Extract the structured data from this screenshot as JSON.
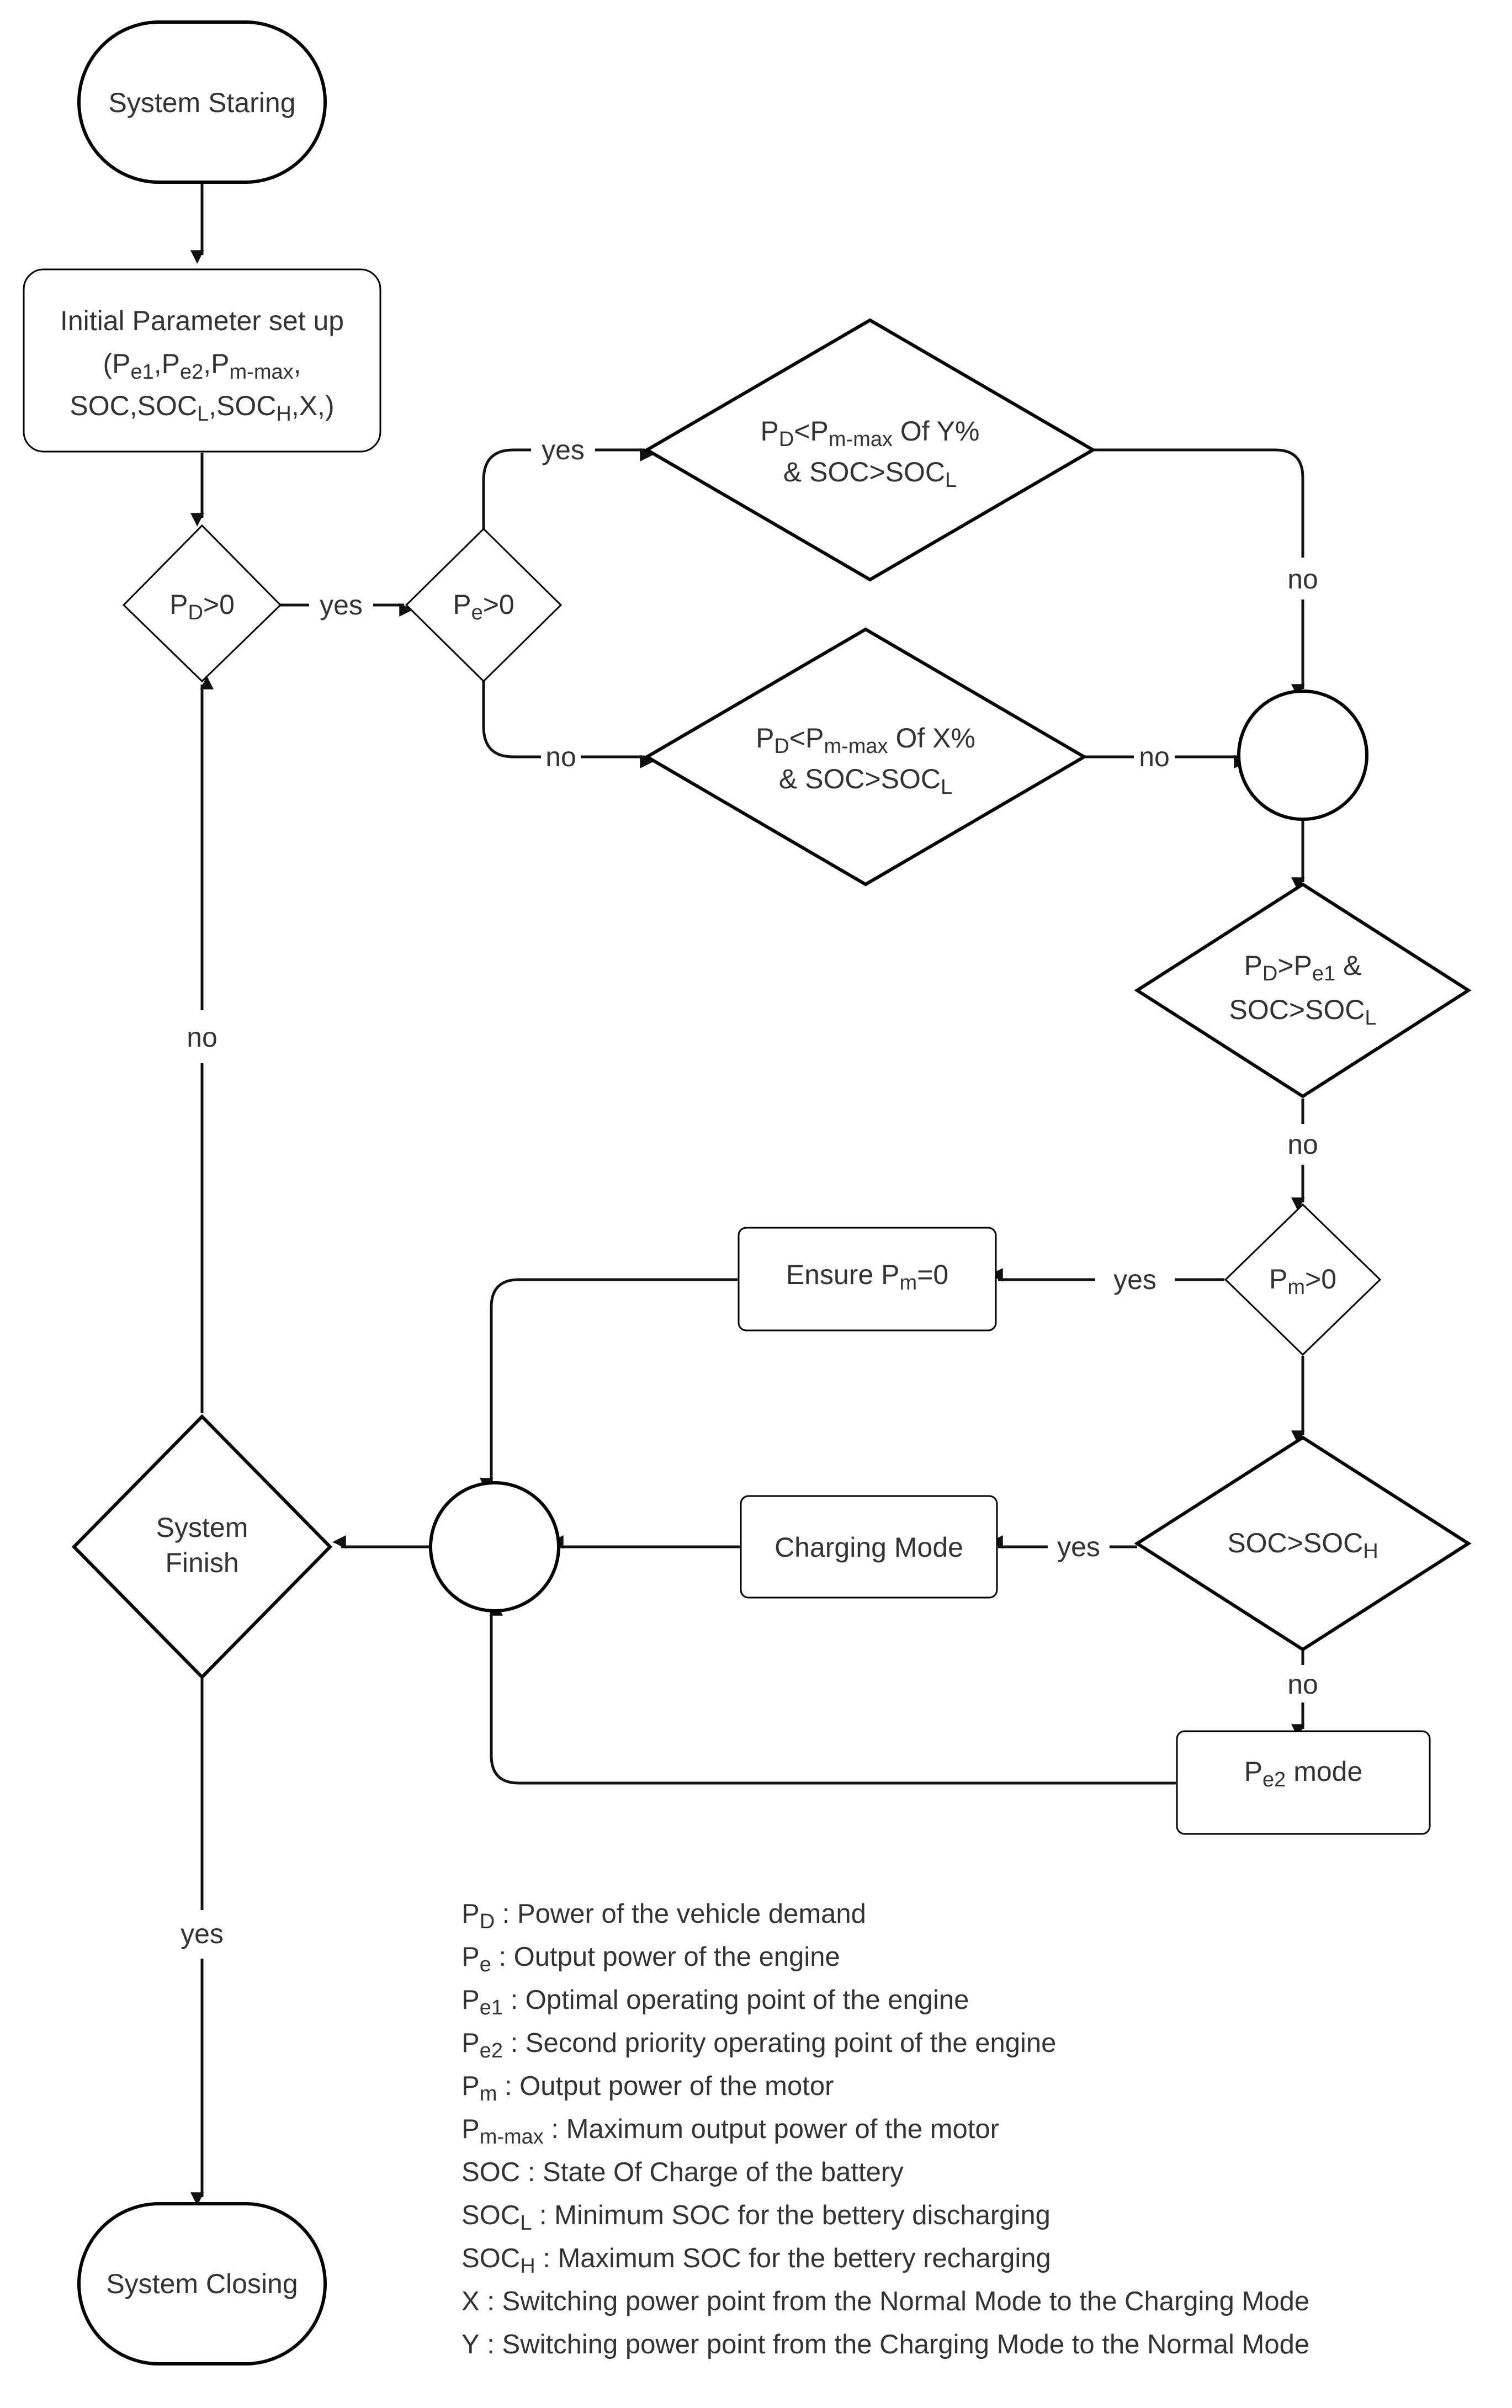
{
  "nodes": {
    "start": "System Staring",
    "init": {
      "line1": "Initial Parameter set up",
      "line2_parts": [
        "(P",
        "e1",
        ",P",
        "e2",
        ",P",
        "m-max",
        ","
      ],
      "line3_parts": [
        "SOC,SOC",
        "L",
        ",SOC",
        "H",
        ",X,)"
      ]
    },
    "pd_gt_0": [
      "P",
      "D",
      ">0"
    ],
    "pe_gt_0": [
      "P",
      "e",
      ">0"
    ],
    "cond_y": {
      "line1_parts": [
        "P",
        "D",
        "<P",
        "m-max",
        " Of Y%"
      ],
      "line2_parts": [
        "& SOC>SOC",
        "L"
      ]
    },
    "cond_x": {
      "line1_parts": [
        "P",
        "D",
        "<P",
        "m-max",
        " Of X%"
      ],
      "line2_parts": [
        "& SOC>SOC",
        "L"
      ]
    },
    "cond_pe1": {
      "line1_parts": [
        "P",
        "D",
        ">P",
        "e1",
        " &"
      ],
      "line2_parts": [
        "SOC>SOC",
        "L"
      ]
    },
    "pm_gt_0": [
      "P",
      "m",
      ">0"
    ],
    "ensure_pm": [
      "Ensure P",
      "m",
      "=0"
    ],
    "soc_gt_soch": [
      "SOC>SOC",
      "H"
    ],
    "charging_mode": "Charging Mode",
    "pe2_mode": [
      "P",
      "e2",
      " mode"
    ],
    "system_finish": [
      "System",
      "Finish"
    ],
    "end": "System Closing"
  },
  "edge_labels": {
    "yes": "yes",
    "no": "no"
  },
  "legend": [
    {
      "sym": "P",
      "sub": "D",
      "text": " : Power of the vehicle demand"
    },
    {
      "sym": "P",
      "sub": "e",
      "text": " : Output power of the engine"
    },
    {
      "sym": "P",
      "sub": "e1",
      "text": " : Optimal operating point of the engine"
    },
    {
      "sym": "P",
      "sub": "e2",
      "text": " : Second priority operating point of the engine"
    },
    {
      "sym": "P",
      "sub": "m",
      "text": " : Output power of the motor"
    },
    {
      "sym": "P",
      "sub": "m-max",
      "text": " : Maximum output power of the motor"
    },
    {
      "sym": "SOC",
      "sub": "",
      "text": " : State Of Charge of the battery"
    },
    {
      "sym": "SOC",
      "sub": "L",
      "text": " : Minimum SOC for the bettery discharging"
    },
    {
      "sym": "SOC",
      "sub": "H",
      "text": " : Maximum SOC for the bettery recharging"
    },
    {
      "sym": "X",
      "sub": "",
      "text": " : Switching power point from the Normal Mode to the Charging Mode"
    },
    {
      "sym": "Y",
      "sub": "",
      "text": " : Switching power point from the Charging Mode to the Normal Mode"
    }
  ]
}
